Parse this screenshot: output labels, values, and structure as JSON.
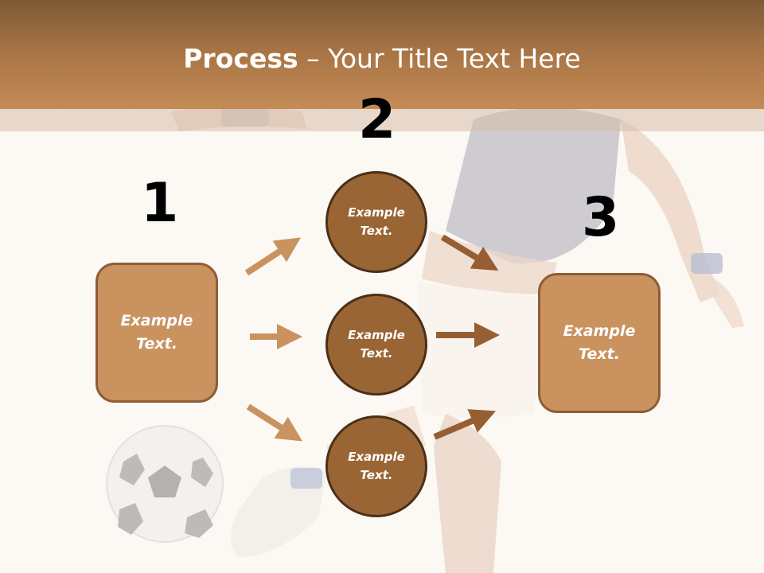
{
  "title": {
    "bold": "Process",
    "rest": " – Your Title Text Here"
  },
  "steps": [
    {
      "number": "1",
      "label": "Example Text."
    },
    {
      "number": "2"
    },
    {
      "number": "3",
      "label": "Example Text."
    }
  ],
  "circles": [
    {
      "label": "Example Text."
    },
    {
      "label": "Example Text."
    },
    {
      "label": "Example Text."
    }
  ],
  "colors": {
    "header": "#b27c4b",
    "box": "#c9925f",
    "circle": "#9a6534",
    "arrow_light": "#c9925f",
    "arrow_dark": "#965f33"
  }
}
